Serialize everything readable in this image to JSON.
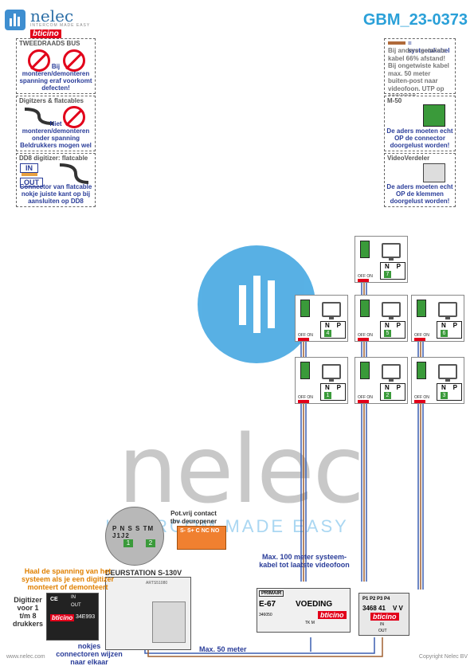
{
  "header": {
    "brand_name": "nelec",
    "brand_tagline": "INTERCOM MADE EASY",
    "partner_brand": "bticino",
    "doc_id": "GBM_23-0373"
  },
  "info_left": [
    {
      "title": "TWEEDRAADS BUS",
      "text": "Bij monteren/demonteren spanning eraf voorkomt defecten!"
    },
    {
      "title": "Digitzers & flatcables",
      "text": "Niet monteren/demonteren onder spanning Beldrukkers mogen wel"
    },
    {
      "title": "DD8 digitizer: flatcable",
      "text": "Connector van flatcable nokje juiste kant op bij aansluiten op DD8",
      "in_label": "IN",
      "out_label": "OUT"
    }
  ],
  "info_right": [
    {
      "title": "= systeemkabel",
      "text": "Bij andere getwiste kabel 66% afstand! Bij ongetwiste kabel max. 50 meter buiten-post naar videofoon. UTP op aanvraag."
    },
    {
      "title": "M-50",
      "text": "De aders moeten echt OP de connector doorgelust worden!"
    },
    {
      "title": "VideoVerdeler",
      "text": "De aders moeten echt OP de klemmen doorgelust worden!"
    }
  ],
  "watermark": {
    "word": "nelec",
    "tagline": "INTERCOM MADE EASY"
  },
  "units": [
    {
      "num": "7"
    },
    {
      "num": "4"
    },
    {
      "num": "5"
    },
    {
      "num": "6"
    },
    {
      "num": "1"
    },
    {
      "num": "2"
    },
    {
      "num": "3"
    }
  ],
  "unit_labels": {
    "n": "N",
    "p": "P",
    "switch": "OFF ON"
  },
  "door_station": {
    "title": "DEURSTATION S-130V",
    "terminals": [
      "P",
      "N",
      "S",
      "S",
      "TM",
      "J1",
      "J2"
    ],
    "code": "ARTS51080",
    "digit_1": "1",
    "digit_2": "2"
  },
  "contact": {
    "title": "Pot.vrij contact tbv deuropener",
    "terminals": [
      "S-",
      "S+",
      "C",
      "NC",
      "NO"
    ]
  },
  "digitizer": {
    "code": "34E993",
    "in_label": "IN",
    "out_label": "OUT",
    "brand": "bticino",
    "ce": "CE"
  },
  "labels": {
    "power_note": "Haal de spanning van het systeem als je een digitizer monteert of demonteert",
    "digitizer_note": "Digitizer voor 1 t/m 8 drukkers",
    "notch_note": "nokjes connectoren wijzen naar elkaar",
    "max_100": "Max. 100 meter systeem-kabel tot laatste videofoon",
    "max_50": "Max. 50 meter"
  },
  "psu": {
    "primair": "PRIMAIR",
    "model": "E-67",
    "title": "VOEDING",
    "code": "346050",
    "brand": "bticino",
    "terminals": "TK   M"
  },
  "distributor": {
    "code": "3468 41",
    "ports": [
      "P1",
      "P2",
      "P3",
      "P4"
    ],
    "vv": "V V",
    "brand": "bticino",
    "in_label": "IN",
    "out_label": "OUT"
  },
  "footer": {
    "left": "www.nelec.com",
    "right": "Copyright Nelec BV"
  },
  "colors": {
    "accent": "#2aa0d8",
    "red": "#e2001a",
    "green": "#3a9a3a",
    "cable_blue": "#3b5fb0",
    "cable_brown": "#a06030"
  }
}
